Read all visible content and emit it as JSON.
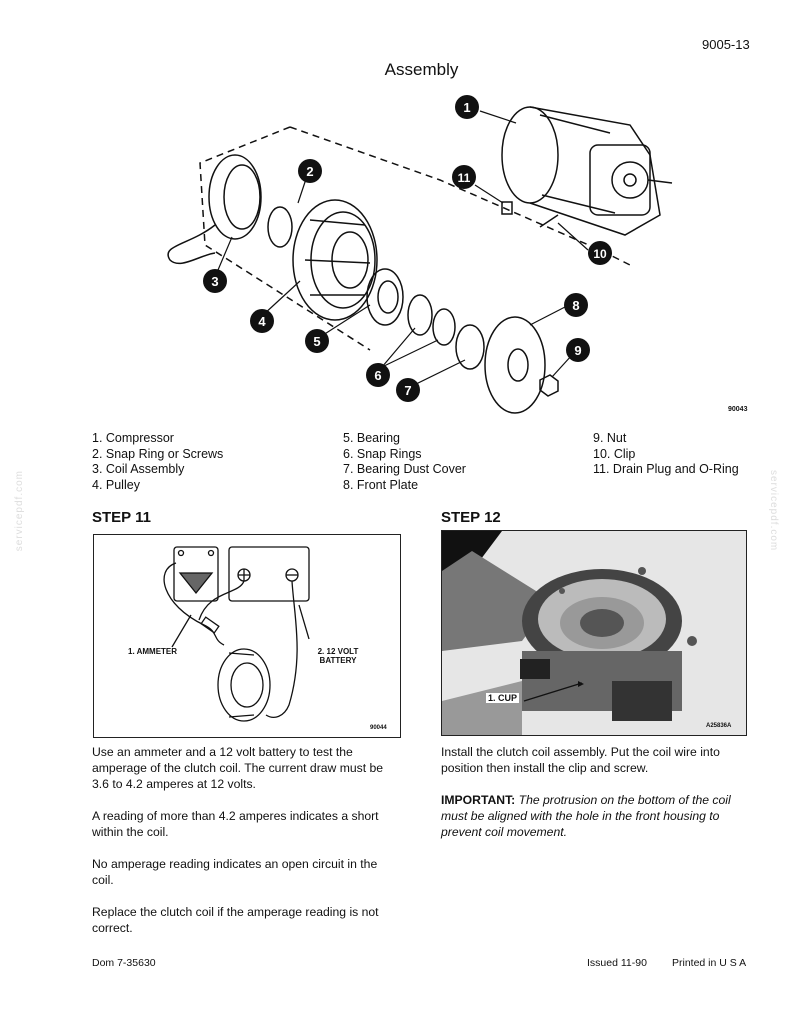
{
  "header": {
    "page_number": "9005-13",
    "title": "Assembly"
  },
  "assembly_figure": {
    "figure_code": "90043",
    "callouts": [
      "1",
      "2",
      "3",
      "4",
      "5",
      "6",
      "7",
      "8",
      "9",
      "10",
      "11"
    ]
  },
  "parts_list": {
    "col1": [
      "1. Compressor",
      "2. Snap Ring or Screws",
      "3. Coil Assembly",
      "4. Pulley"
    ],
    "col2": [
      "5. Bearing",
      "6. Snap Rings",
      "7. Bearing Dust Cover",
      "8. Front Plate"
    ],
    "col3": [
      "9. Nut",
      "10. Clip",
      "11. Drain Plug and O-Ring"
    ]
  },
  "step11": {
    "heading": "STEP 11",
    "figure_code": "90044",
    "label_ammeter": "1. AMMETER",
    "label_battery_1": "2. 12 VOLT",
    "label_battery_2": "BATTERY",
    "paragraphs": [
      "Use an ammeter and a 12 volt battery to test the amperage of the clutch coil. The current draw must be 3.6 to 4.2 amperes at 12 volts.",
      "A reading of more than 4.2 amperes indicates a short within the coil.",
      "No amperage reading indicates an open circuit in the coil.",
      "Replace the clutch coil if the amperage reading is not correct."
    ]
  },
  "step12": {
    "heading": "STEP 12",
    "figure_code": "A25836A",
    "label_cup": "1. CUP",
    "paragraph": "Install the clutch coil assembly. Put the coil wire into position then install the clip and screw.",
    "important_label": "IMPORTANT:",
    "important_text": " The protrusion on the bottom of the coil must be aligned with the hole in the front housing to prevent coil movement."
  },
  "footer": {
    "doc_number": "Dom 7-35630",
    "issued": "Issued 11-90",
    "printed": "Printed in U S A"
  },
  "watermark": "servicepdf.com"
}
